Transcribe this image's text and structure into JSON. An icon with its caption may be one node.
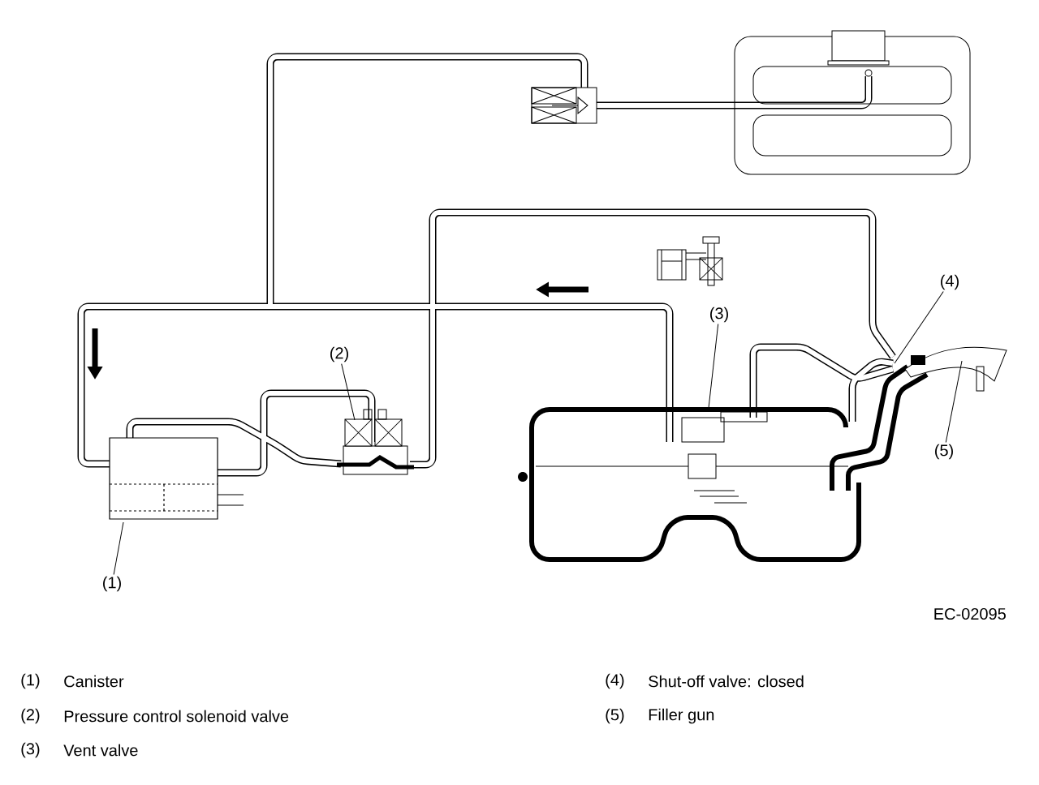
{
  "diagram": {
    "nodes": [
      {
        "text": [
          "(1)"
        ]
      },
      {
        "text": [
          "(2)"
        ]
      },
      {
        "text": [
          "(3)"
        ]
      },
      {
        "text": [
          "(4)"
        ]
      },
      {
        "text": [
          "(5)"
        ]
      }
    ],
    "edges": [
      {
        "from": 0,
        "to": null,
        "arrow": "none"
      },
      {
        "from": 1,
        "to": null,
        "arrow": "none"
      },
      {
        "from": 2,
        "to": null,
        "arrow": "none"
      },
      {
        "from": 3,
        "to": null,
        "arrow": "none"
      },
      {
        "from": 4,
        "to": null,
        "arrow": "none"
      }
    ],
    "labels": [
      "EC-02095",
      "(1)",
      "Canister",
      "(4)",
      "Shut-off valve: closed",
      "(2)",
      "Pressure control solenoid valve",
      "(5)",
      "Filler gun",
      "(3)",
      "Vent valve"
    ]
  }
}
